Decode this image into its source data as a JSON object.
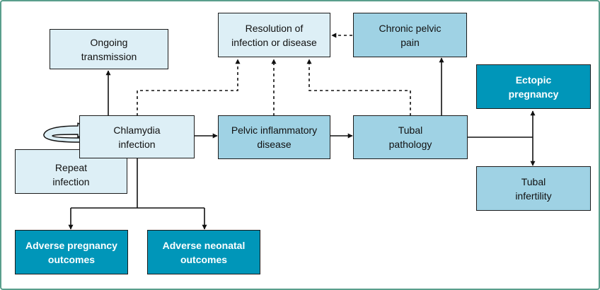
{
  "colors": {
    "light_box": "#ddeff6",
    "mid_box": "#9fd2e4",
    "dark_box": "#0096b9",
    "frame_border": "#5a9e8c",
    "line": "#111111"
  },
  "nodes": {
    "ongoing_transmission": "Ongoing\ntransmission",
    "resolution": "Resolution of\ninfection or disease",
    "chronic_pelvic_pain": "Chronic pelvic\npain",
    "ectopic_pregnancy": "Ectopic\npregnancy",
    "chlamydia_infection": "Chlamydia\ninfection",
    "repeat_infection": "Repeat\ninfection",
    "pid": "Pelvic inflammatory\ndisease",
    "tubal_pathology": "Tubal\npathology",
    "tubal_infertility": "Tubal\ninfertility",
    "adverse_pregnancy": "Adverse pregnancy\noutcomes",
    "adverse_neonatal": "Adverse neonatal\noutcomes"
  }
}
